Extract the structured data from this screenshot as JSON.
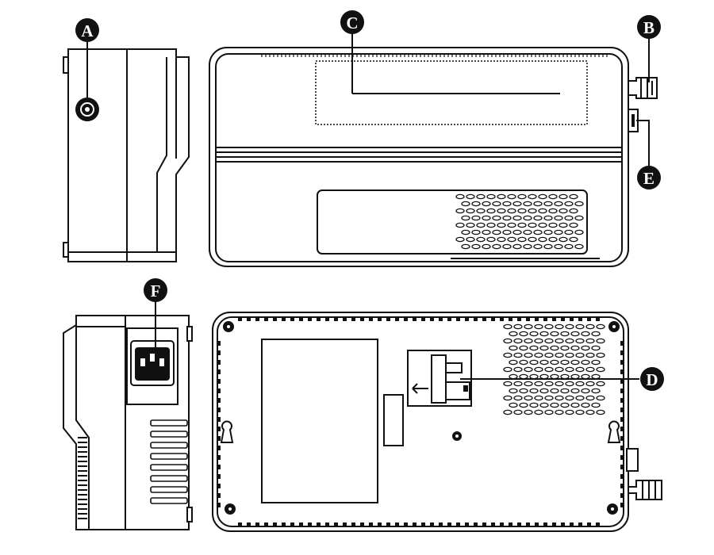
{
  "callouts": {
    "a": "A",
    "b": "B",
    "c": "C",
    "d": "D",
    "e": "E",
    "f": "F"
  },
  "icons": {
    "power_button": "power-button-icon",
    "iec_inlet": "iec-inlet-icon",
    "usb_port": "usb-port-icon",
    "breaker": "breaker-icon",
    "keyhole": "keyhole-icon",
    "screw": "screw-icon"
  },
  "colors": {
    "line": "#111111",
    "background": "#ffffff"
  }
}
